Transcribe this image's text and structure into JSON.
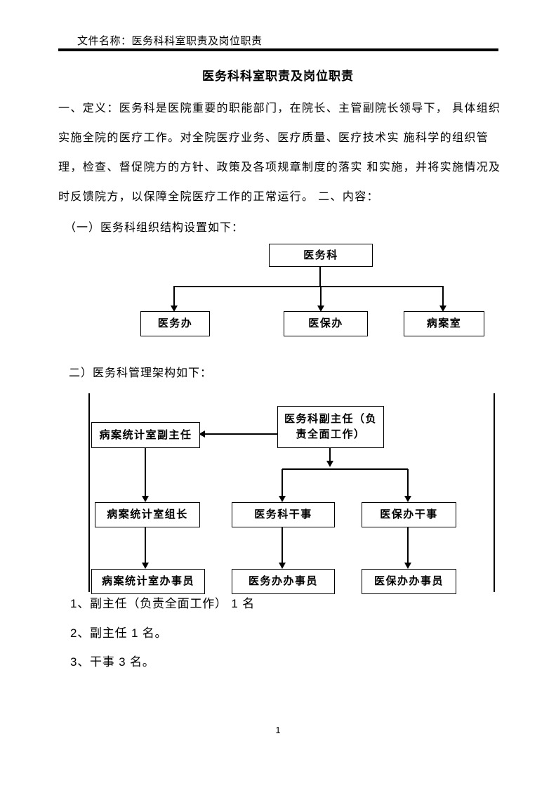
{
  "header": {
    "label": "文件名称：医务科科室职责及岗位职责"
  },
  "title": "医务科科室职责及岗位职责",
  "body": {
    "lines": [
      "一、定义：医务科是医院重要的职能部门，在院长、主管副院长领导下， 具体组织",
      "实施全院的医疗工作。对全院医疗业务、医疗质量、医疗技术实 施科学的组织管",
      "理，检查、督促院方的方针、政策及各项规章制度的落实 和实施，并将实施情况及",
      "时反馈院方，以保障全院医疗工作的正常运行。 二、内容：",
      "（一）医务科组织结构设置如下：",
      "二）医务科管理架构如下："
    ],
    "list": [
      "1、副主任（负责全面工作） 1 名",
      "2、副主任 1 名。",
      "3、干事 3 名。"
    ]
  },
  "chart1": {
    "root": "医务科",
    "children": [
      "医务办",
      "医保办",
      "病案室"
    ]
  },
  "chart2": {
    "root_lines": [
      "医务科副主任（负",
      "责全面工作）"
    ],
    "nodes": {
      "left_deputy": "病案统计室副主任",
      "left_lead": "病案统计室组长",
      "left_clerk": "病案统计室办事员",
      "mid_officer": "医务科干事",
      "mid_clerk": "医务办办事员",
      "right_officer": "医保办干事",
      "right_clerk": "医保办办事员"
    }
  },
  "footer": {
    "page_number": "1"
  }
}
